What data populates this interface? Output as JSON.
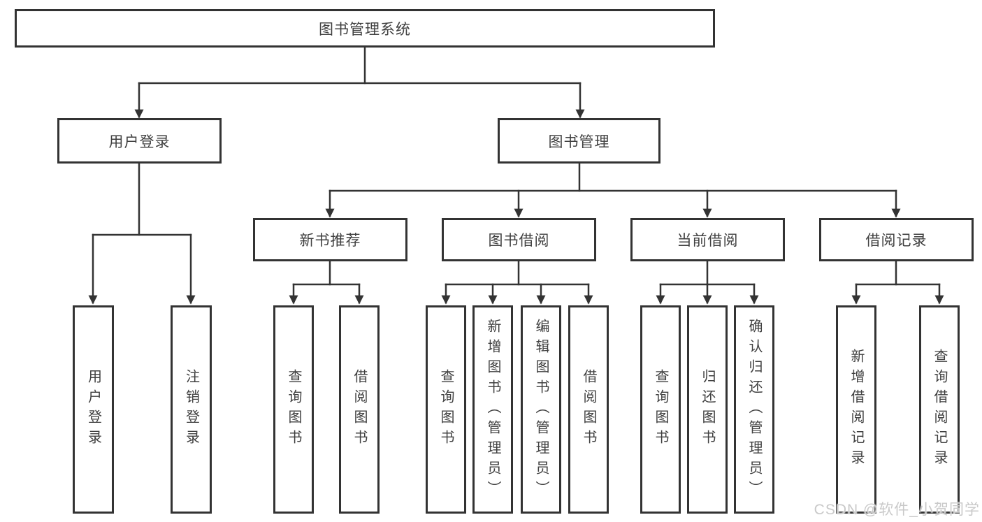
{
  "diagram": {
    "type": "hierarchy-tree",
    "root": {
      "label": "图书管理系统"
    },
    "level2": [
      {
        "label": "用户登录"
      },
      {
        "label": "图书管理"
      }
    ],
    "level3": [
      {
        "label": "新书推荐",
        "parent": "图书管理"
      },
      {
        "label": "图书借阅",
        "parent": "图书管理"
      },
      {
        "label": "当前借阅",
        "parent": "图书管理"
      },
      {
        "label": "借阅记录",
        "parent": "图书管理"
      }
    ],
    "groups": [
      {
        "parent": "用户登录",
        "items": [
          {
            "label": "用户登录"
          },
          {
            "label": "注销登录"
          }
        ]
      },
      {
        "parent": "新书推荐",
        "items": [
          {
            "label": "查询图书"
          },
          {
            "label": "借阅图书"
          }
        ]
      },
      {
        "parent": "图书借阅",
        "items": [
          {
            "label": "查询图书"
          },
          {
            "label": "新增图书（管理员）"
          },
          {
            "label": "编辑图书（管理员）"
          },
          {
            "label": "借阅图书"
          }
        ]
      },
      {
        "parent": "当前借阅",
        "items": [
          {
            "label": "查询图书"
          },
          {
            "label": "归还图书"
          },
          {
            "label": "确认归还（管理员）"
          }
        ]
      },
      {
        "parent": "借阅记录",
        "items": [
          {
            "label": "新增借阅记录"
          },
          {
            "label": "查询借阅记录"
          }
        ]
      }
    ],
    "watermark": "CSDN @软件_小贺同学",
    "colors": {
      "line": "#333333",
      "box_border": "#333333",
      "text": "#404040",
      "watermark": "#c9c9c9",
      "background": "#ffffff"
    }
  }
}
